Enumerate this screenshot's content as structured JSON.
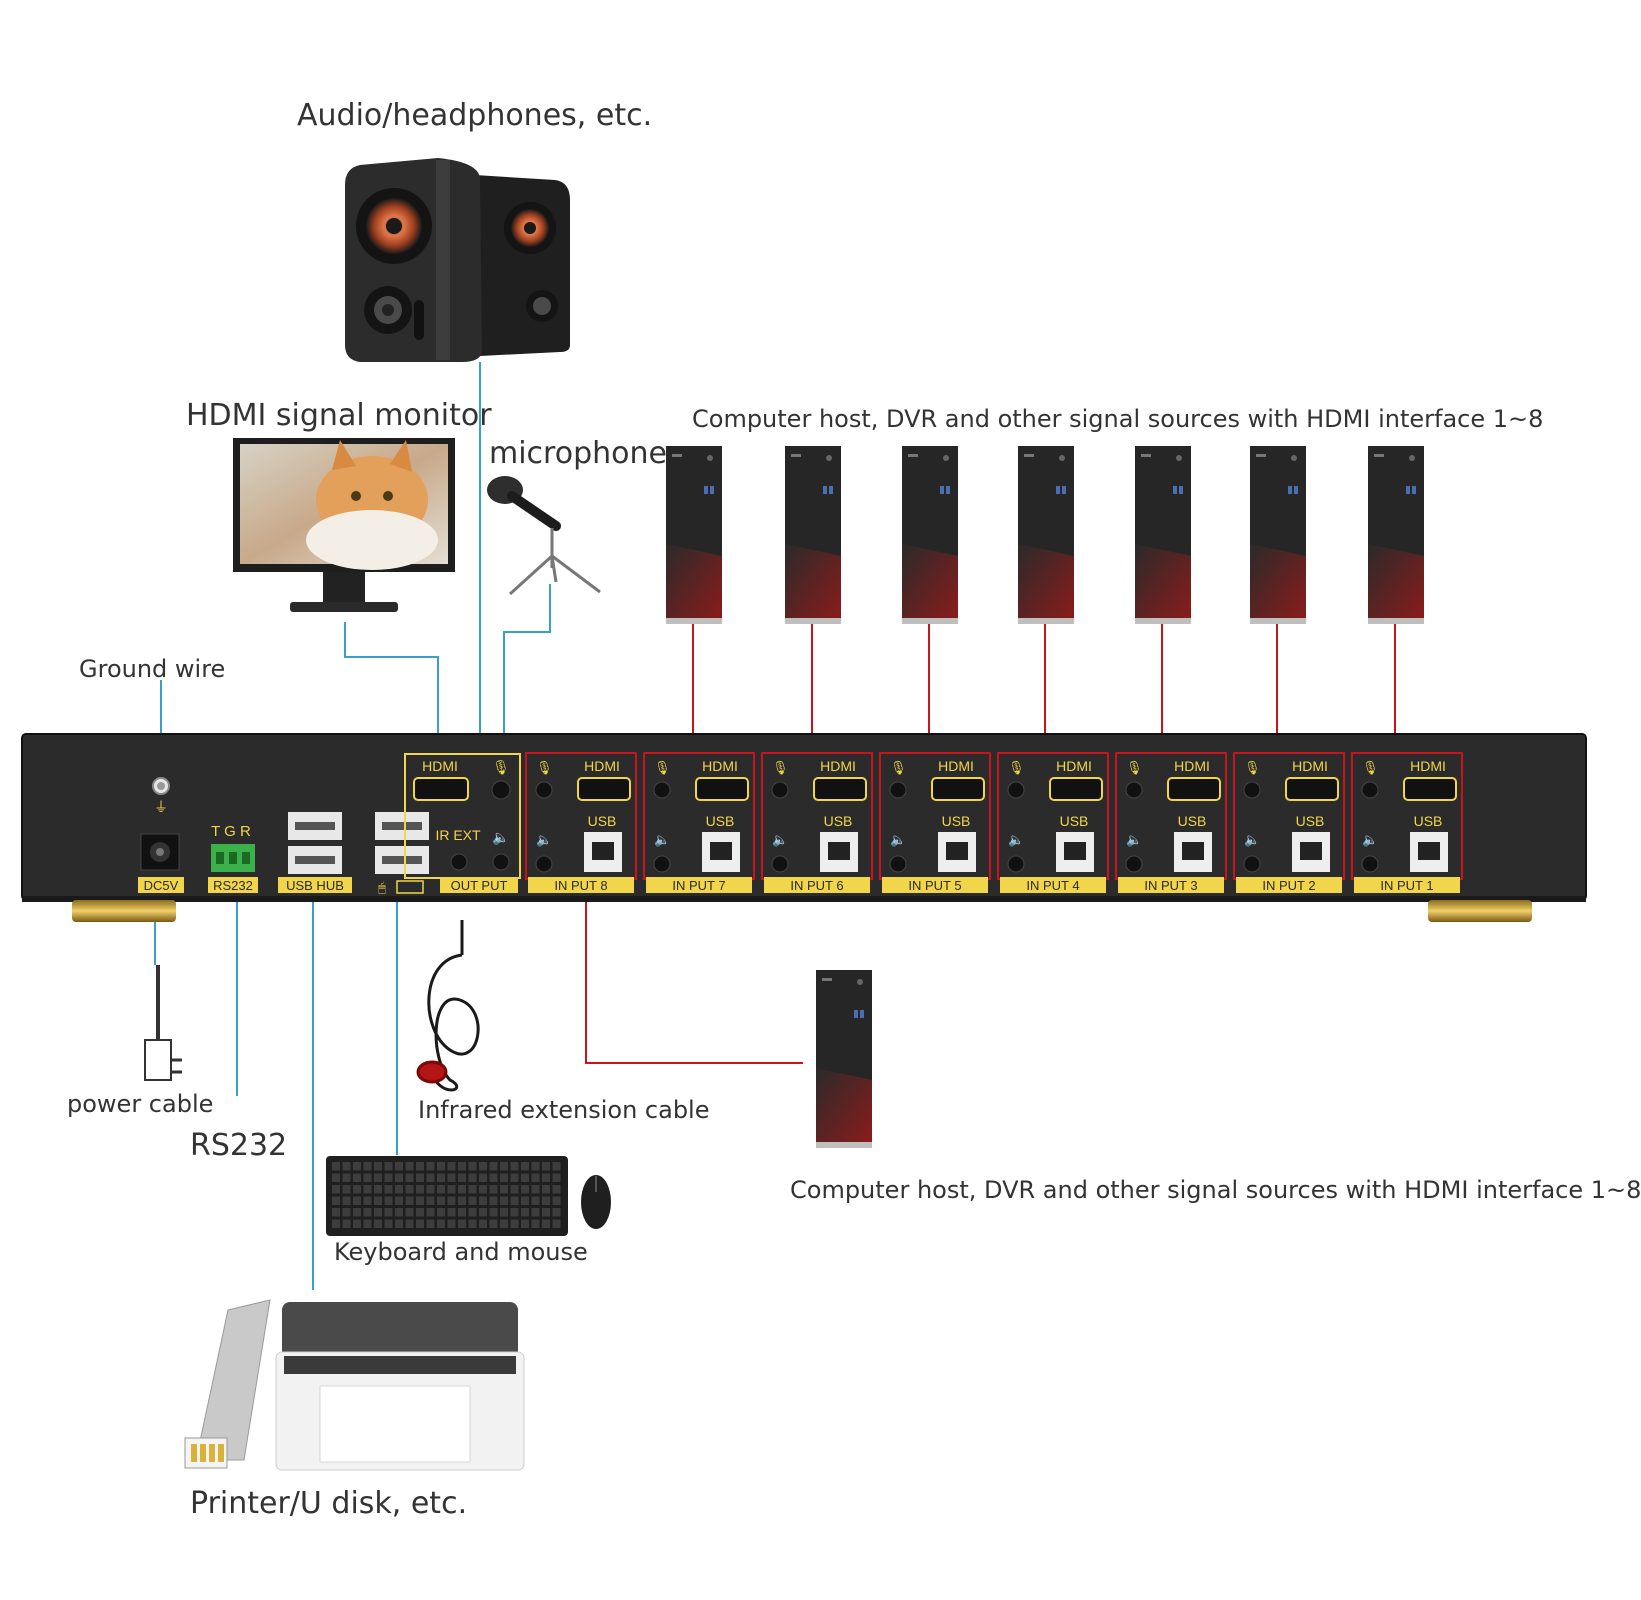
{
  "labels": {
    "audio": "Audio/headphones, etc.",
    "monitor": "HDMI signal monitor",
    "microphone": "microphone",
    "sources_top": "Computer host, DVR and other signal sources with HDMI interface 1~8",
    "ground": "Ground wire",
    "power": "power cable",
    "rs232": "RS232",
    "ir": "Infrared extension cable",
    "keyboard": "Keyboard and mouse",
    "printer": "Printer/U disk, etc.",
    "sources_bottom": "Computer host, DVR and other signal sources with HDMI interface 1~8"
  },
  "panel": {
    "dc": "DC5V",
    "rs232": "RS232",
    "tgr": "T  G  R",
    "usb_hub": "USB HUB",
    "ir_ext": "IR EXT",
    "output": "OUT PUT",
    "hdmi": "HDMI",
    "usb": "USB",
    "inputs": [
      "IN PUT 8",
      "IN PUT 7",
      "IN PUT 6",
      "IN PUT 5",
      "IN PUT 4",
      "IN PUT 3",
      "IN PUT 2",
      "IN PUT 1"
    ]
  },
  "colors": {
    "device": "#2b2b2b",
    "label_gold": "#f1d54a",
    "port_box": "#c8141e",
    "link_blue": "#3aa0c8",
    "link_red": "#c8141e"
  }
}
